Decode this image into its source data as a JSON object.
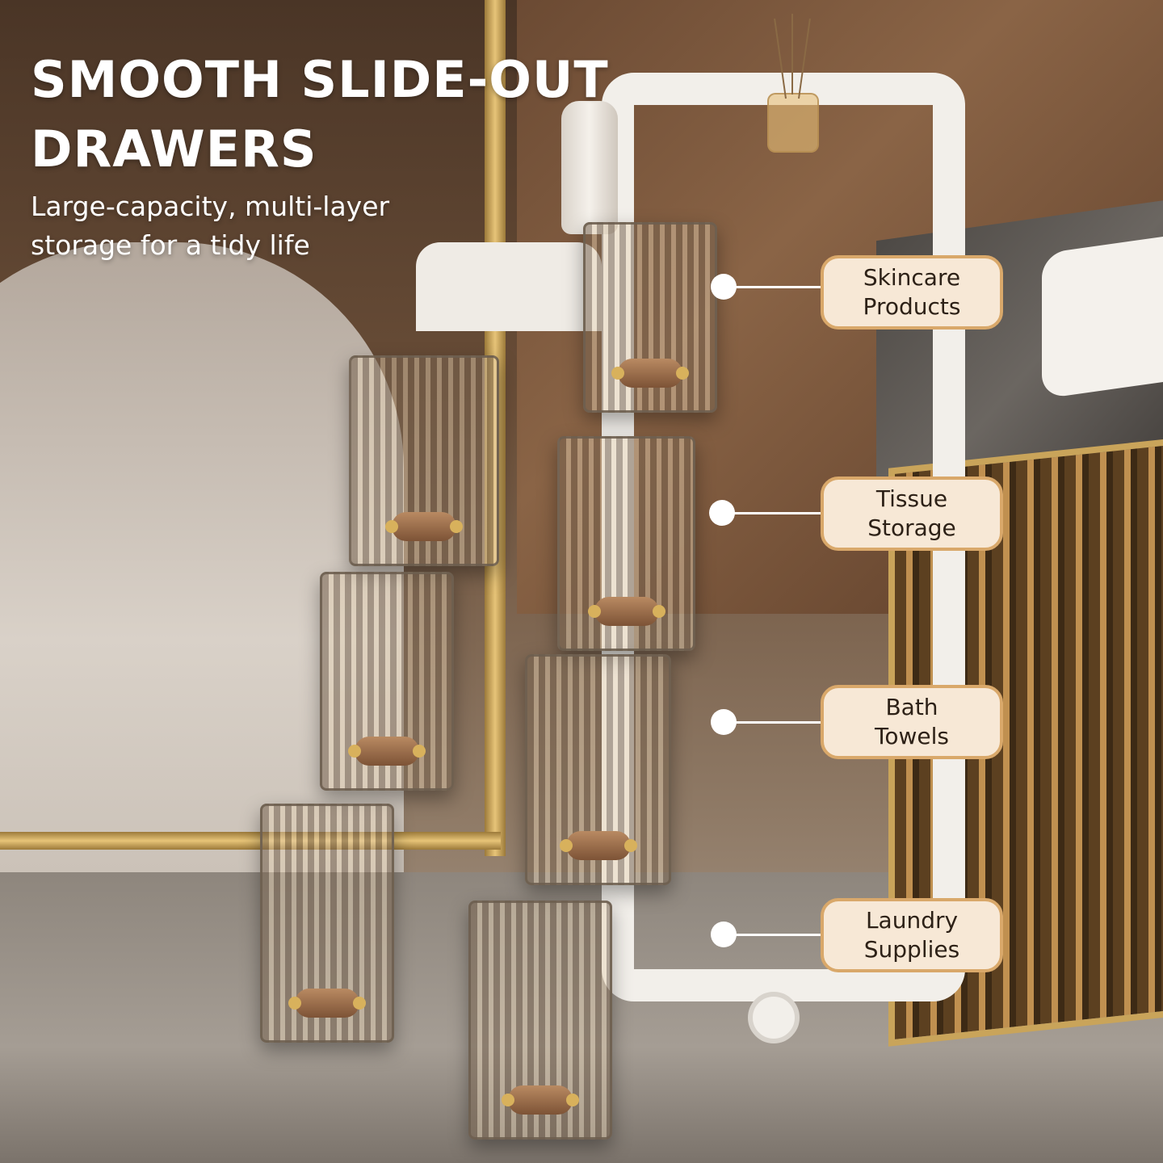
{
  "headline": {
    "line1": "SMOOTH SLIDE-OUT",
    "line2": "DRAWERS"
  },
  "subtitle": {
    "line1": "Large-capacity, multi-layer",
    "line2": "storage for a tidy life"
  },
  "callouts": [
    {
      "line1": "Skincare",
      "line2": "Products"
    },
    {
      "line1": "Tissue",
      "line2": "Storage"
    },
    {
      "line1": "Bath",
      "line2": "Towels"
    },
    {
      "line1": "Laundry",
      "line2": "Supplies"
    }
  ],
  "colors": {
    "text": "#ffffff",
    "pill_fill": "#f7e8d6",
    "pill_border": "#d9a86a",
    "pill_text": "#2d2117"
  }
}
